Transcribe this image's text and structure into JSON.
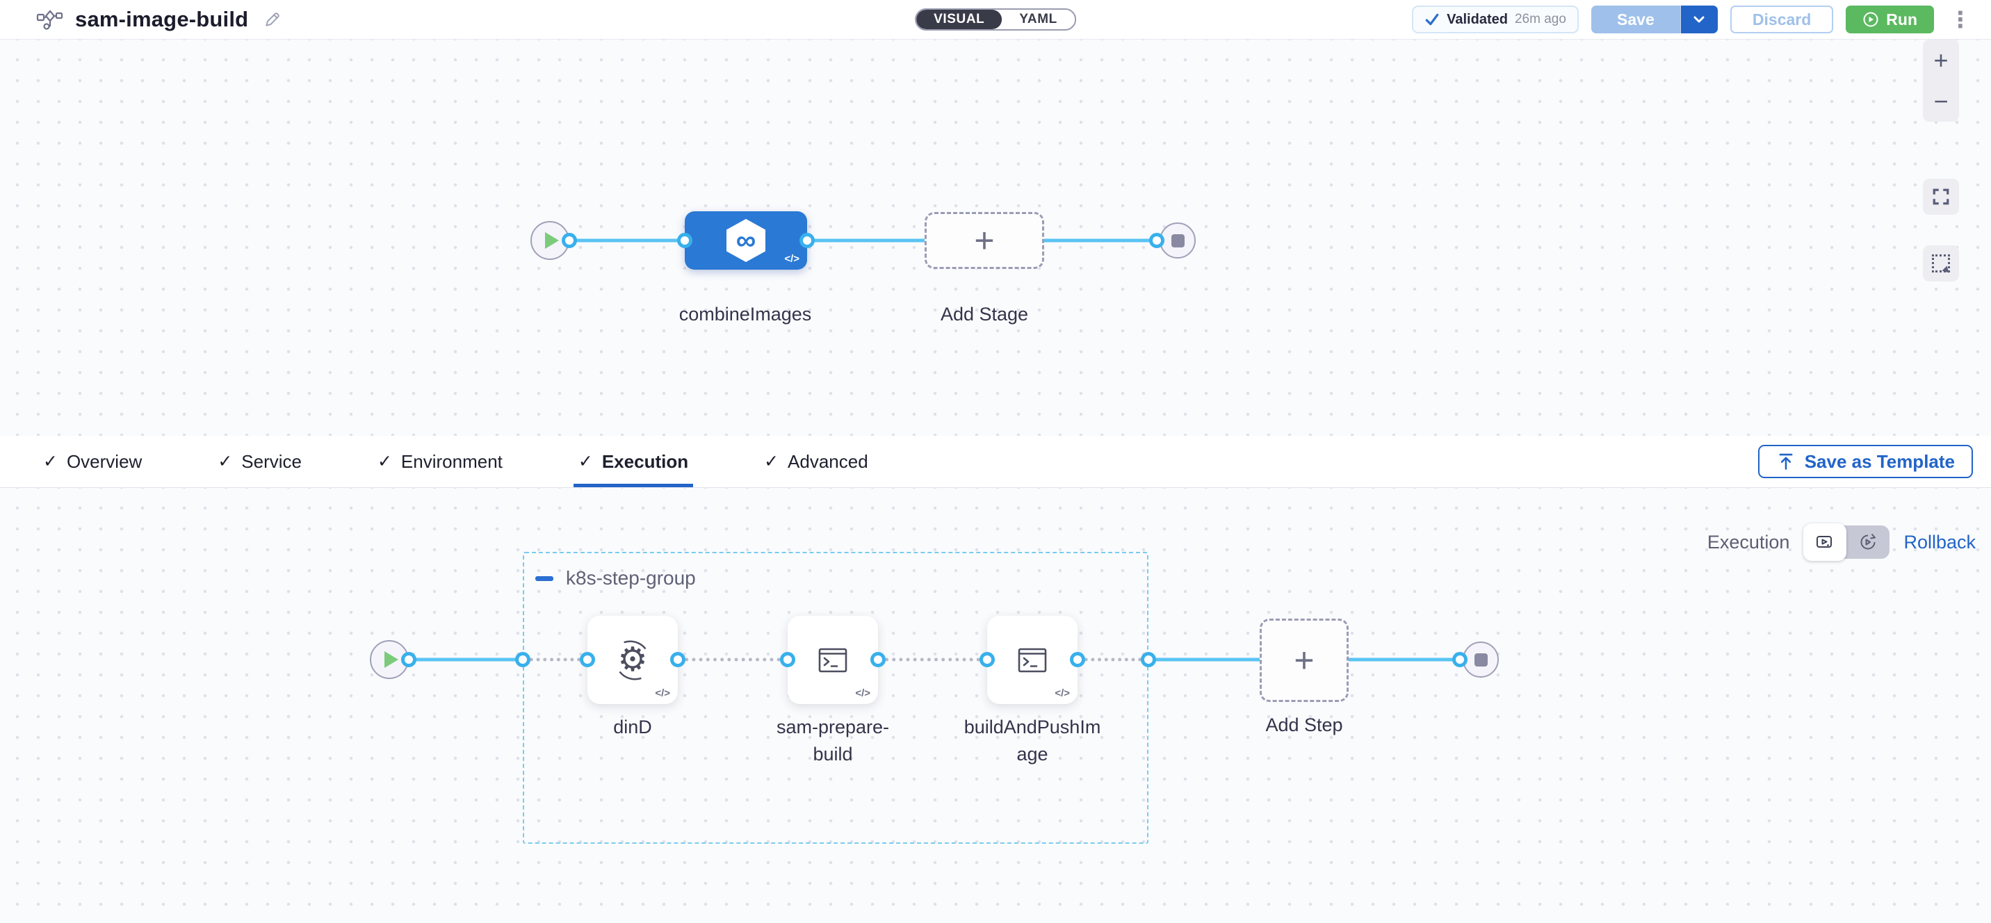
{
  "header": {
    "title": "sam-image-build",
    "view_toggle": {
      "visual_label": "VISUAL",
      "yaml_label": "YAML",
      "selected": "VISUAL"
    },
    "validated_badge": {
      "label": "Validated",
      "time_ago": "26m ago"
    },
    "save_button": "Save",
    "discard_button": "Discard",
    "run_button": "Run"
  },
  "stage_pipeline": {
    "stage_name": "combineImages",
    "add_stage_label": "Add Stage"
  },
  "tabs": {
    "items": [
      {
        "label": "Overview"
      },
      {
        "label": "Service"
      },
      {
        "label": "Environment"
      },
      {
        "label": "Execution"
      },
      {
        "label": "Advanced"
      }
    ],
    "active_tab": "Execution",
    "save_as_template_button": "Save as Template"
  },
  "execution": {
    "mode_left_label": "Execution",
    "mode_right_label": "Rollback",
    "step_group": {
      "name": "k8s-step-group",
      "steps": [
        {
          "name": "dinD",
          "icon": "dind-gear-sync-icon"
        },
        {
          "name": "sam-prepare-build",
          "icon": "run-script-terminal-icon"
        },
        {
          "name": "buildAndPushImage",
          "icon": "run-script-terminal-icon"
        }
      ]
    },
    "add_step_label": "Add Step"
  },
  "icons": {
    "check": "✓",
    "plus": "+",
    "infinity": "∞",
    "code": "</>",
    "gear": "⚙",
    "kebab": "⋮",
    "zoom_in": "+",
    "zoom_out": "−"
  },
  "colors": {
    "accent_blue": "#2264c8",
    "connector_blue": "#5ac4f4",
    "stage_blue": "#2a79d4",
    "run_green": "#5bb95f",
    "toggle_dark": "#3a3b49",
    "group_dash_blue": "#79ccee"
  }
}
